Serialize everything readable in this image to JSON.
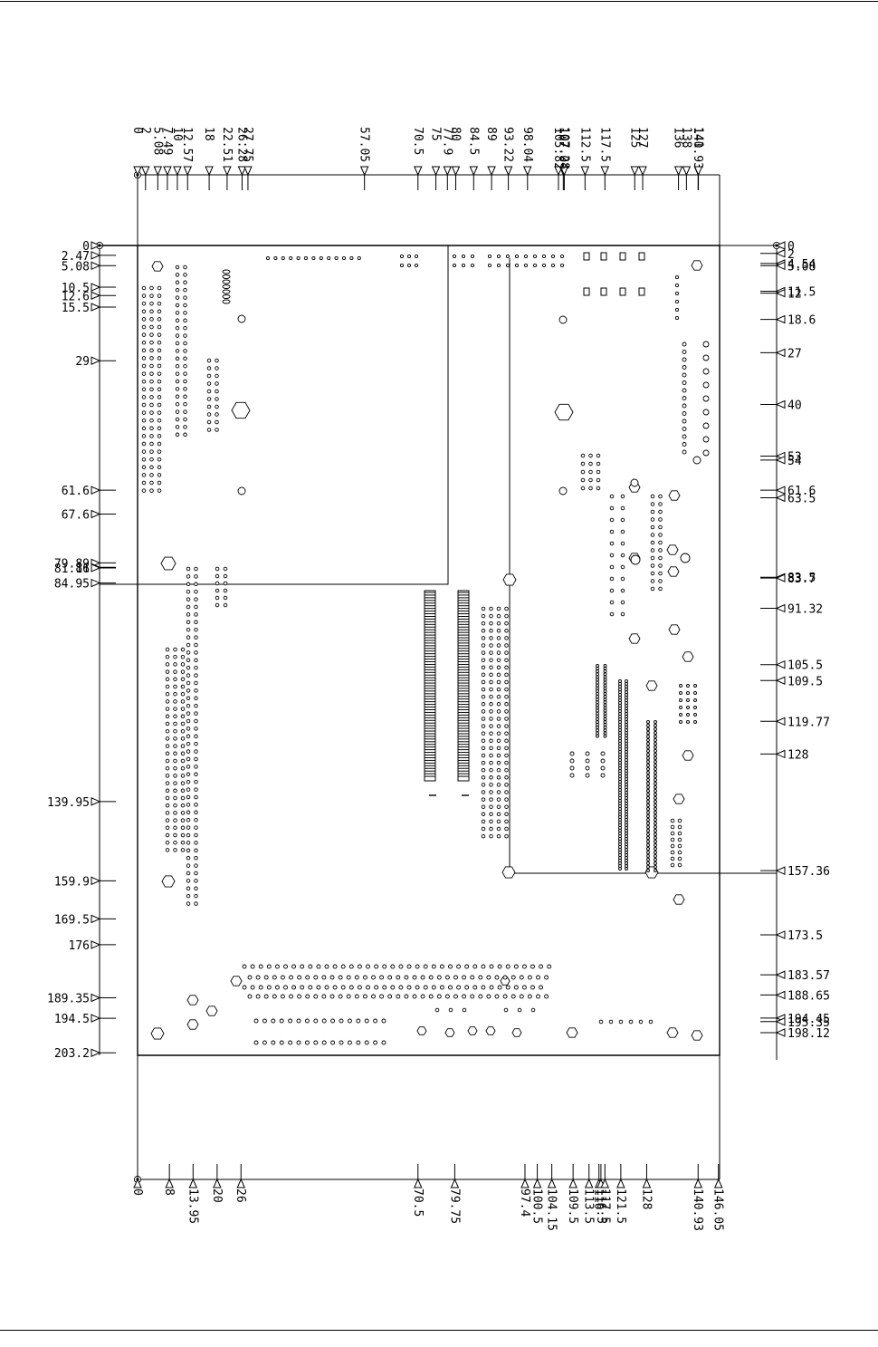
{
  "drawing": {
    "type": "PCB mechanical dimension drawing (top view)",
    "units": "mm",
    "top_dims": [
      "0",
      "2",
      "5.08",
      "7.49",
      "10",
      "12.57",
      "18",
      "22.51",
      "26.28",
      "27.75",
      "57.05",
      "70.5",
      "75",
      "77.9",
      "80",
      "84.5",
      "89",
      "93.22",
      "98.04",
      "105.82",
      "107.04",
      "107.28",
      "112.5",
      "117.5",
      "125",
      "127",
      "136",
      "138",
      "140.93",
      "141"
    ],
    "bottom_dims": [
      "0",
      "8",
      "13.95",
      "20",
      "26",
      "70.5",
      "79.75",
      "97.4",
      "100.5",
      "104.15",
      "109.5",
      "113.5",
      "116",
      "116.5",
      "117.5",
      "121.5",
      "128",
      "140.93",
      "146.05"
    ],
    "left_dims": [
      "0",
      "2.47",
      "5.08",
      "10.5",
      "12.6",
      "15.5",
      "29",
      "61.6",
      "67.6",
      "79.89",
      "81",
      "81.16",
      "84.95",
      "139.95",
      "159.9",
      "169.5",
      "176",
      "189.35",
      "194.5",
      "203.2"
    ],
    "right_dims": [
      "0",
      "2",
      "4.54",
      "5.08",
      "11.5",
      "12",
      "18.6",
      "27",
      "40",
      "53",
      "54",
      "61.6",
      "63.5",
      "83.5",
      "83.7",
      "91.32",
      "105.5",
      "109.5",
      "119.77",
      "128",
      "157.36",
      "173.5",
      "183.57",
      "188.65",
      "194.45",
      "195.35",
      "198.12"
    ]
  },
  "icons": {
    "origin_marker": "origin-marker-icon",
    "dimension_arrow": "triangle-arrow-icon",
    "hex_hole": "hex-mounting-hole-icon"
  },
  "colors": {
    "ink": "#000000",
    "paper": "#ffffff"
  }
}
